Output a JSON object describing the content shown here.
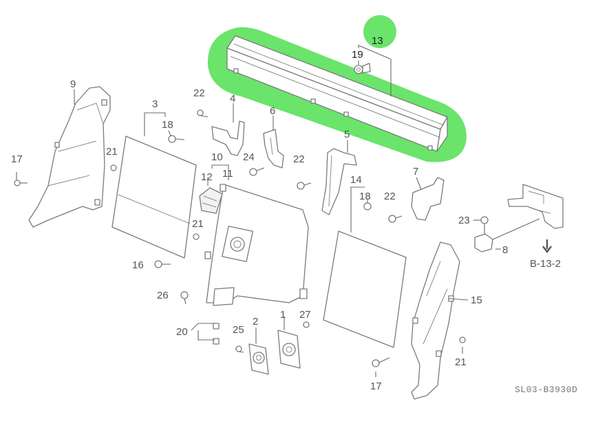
{
  "labels": {
    "p1": "1",
    "p2": "2",
    "p3": "3",
    "p4": "4",
    "p5": "5",
    "p6": "6",
    "p7": "7",
    "p8": "8",
    "p9": "9",
    "p10": "10",
    "p11": "11",
    "p12": "12",
    "p13": "13",
    "p14": "14",
    "p15": "15",
    "p16": "16",
    "p17a": "17",
    "p17b": "17",
    "p18a": "18",
    "p18b": "18",
    "p19": "19",
    "p20": "20",
    "p21a": "21",
    "p21b": "21",
    "p21c": "21",
    "p22a": "22",
    "p22b": "22",
    "p22c": "22",
    "p23": "23",
    "p24": "24",
    "p25": "25",
    "p26": "26",
    "p27": "27"
  },
  "reference": "B-13-2",
  "diagram_code": "SL03-B3930D",
  "colors": {
    "highlight": "#55e055",
    "line": "#7a7a7a",
    "label": "#555555",
    "selected_label": "#222222"
  },
  "selected_part": "13"
}
